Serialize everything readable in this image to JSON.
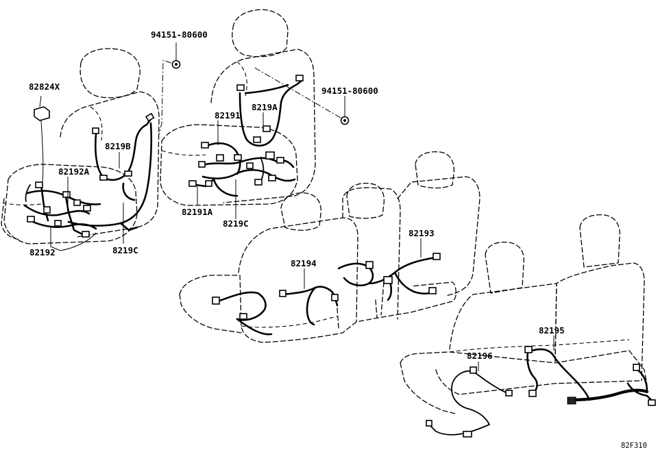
{
  "labels": {
    "part_82824X": "82824X",
    "part_94151_left": "94151-80600",
    "part_94151_right": "94151-80600",
    "part_8219B": "8219B",
    "part_82192A": "82192A",
    "part_82192": "82192",
    "part_8219C_left": "8219C",
    "part_82191": "82191",
    "part_8219A": "8219A",
    "part_82191A": "82191A",
    "part_8219C_right": "8219C",
    "part_82193": "82193",
    "part_82194": "82194",
    "part_82195": "82195",
    "part_82196": "82196",
    "figure_code": "82F310"
  }
}
